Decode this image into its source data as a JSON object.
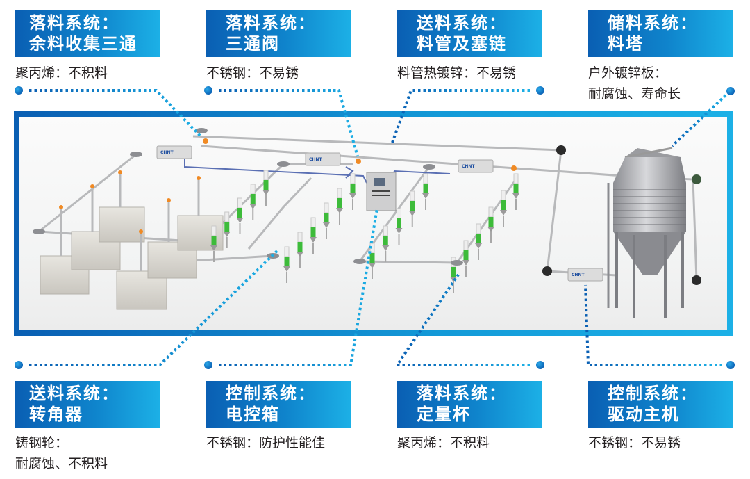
{
  "colors": {
    "accent_dark": "#0a5fb3",
    "accent_light": "#1cb0e6",
    "dot_line": "#1288d2",
    "text": "#231f20",
    "hopper_green": "#3dbb3a",
    "pipe_gray": "#b8b9bb",
    "elbow_orange": "#f08a24"
  },
  "callouts_top": [
    {
      "title_line1": "落料系统：",
      "title_line2": "余料收集三通",
      "desc_line1": "聚丙烯：不积料",
      "desc_line2": ""
    },
    {
      "title_line1": "落料系统：",
      "title_line2": "三通阀",
      "desc_line1": "不锈钢：不易锈",
      "desc_line2": ""
    },
    {
      "title_line1": "送料系统：",
      "title_line2": "料管及塞链",
      "desc_line1": "料管热镀锌：不易锈",
      "desc_line2": ""
    },
    {
      "title_line1": "储料系统：",
      "title_line2": "料塔",
      "desc_line1": "户外镀锌板：",
      "desc_line2": "耐腐蚀、寿命长"
    }
  ],
  "callouts_bottom": [
    {
      "title_line1": "送料系统：",
      "title_line2": "转角器",
      "desc_line1": "铸钢轮：",
      "desc_line2": "耐腐蚀、不积料"
    },
    {
      "title_line1": "控制系统：",
      "title_line2": "电控箱",
      "desc_line1": "不锈钢：防护性能佳",
      "desc_line2": ""
    },
    {
      "title_line1": "落料系统：",
      "title_line2": "定量杯",
      "desc_line1": "聚丙烯：不积料",
      "desc_line2": ""
    },
    {
      "title_line1": "控制系统：",
      "title_line2": "驱动主机",
      "desc_line1": "不锈钢：不易锈",
      "desc_line2": ""
    }
  ],
  "illustration": {
    "brand_on_drive_units": "CHNT",
    "components": [
      "feed-silo",
      "control-cabinet",
      "drive-units",
      "corner-wheels",
      "feed-pipes",
      "dosing-cups",
      "sow-feeders",
      "three-way-valves"
    ]
  }
}
